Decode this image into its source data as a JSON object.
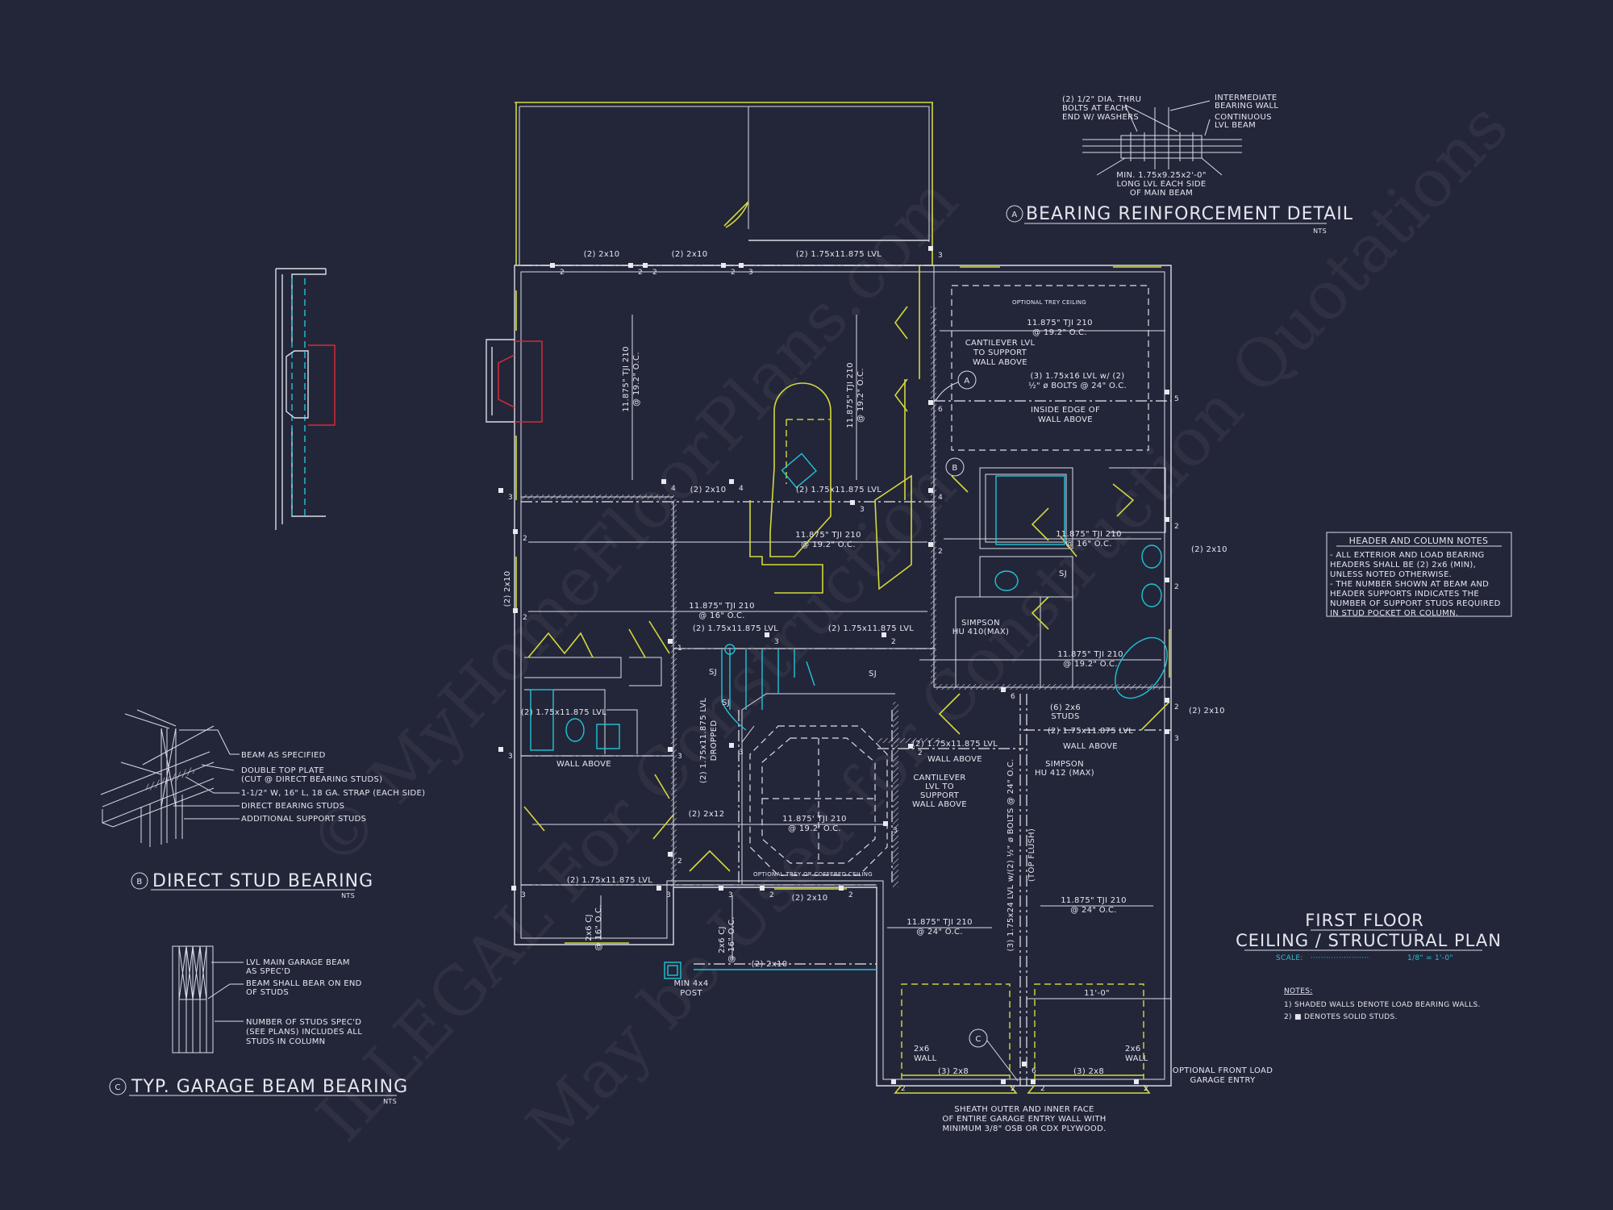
{
  "colors": {
    "background": "#232639",
    "linework": "#d9dce6",
    "windows_doors": "#d4d83a",
    "fixtures": "#22c3d6",
    "fireplace": "#d42a35"
  },
  "sheet": {
    "title_line1": "FIRST FLOOR",
    "title_line2": "CEILING / STRUCTURAL PLAN",
    "scale_label": "SCALE:",
    "scale_leader": "·······················",
    "scale_value": "1/8\" = 1'-0\"",
    "notes_heading": "NOTES:",
    "notes": [
      "1) SHADED WALLS DENOTE LOAD BEARING WALLS.",
      "2) ■ DENOTES SOLID STUDS."
    ]
  },
  "header_notes": {
    "title": "HEADER AND COLUMN NOTES",
    "lines": [
      "- ALL EXTERIOR AND LOAD BEARING",
      "HEADERS SHALL BE (2) 2x6 (MIN),",
      "UNLESS NOTED OTHERWISE.",
      "- THE NUMBER SHOWN AT BEAM AND",
      "HEADER SUPPORTS INDICATES THE",
      "NUMBER OF SUPPORT STUDS REQUIRED",
      "IN STUD POCKET OR COLUMN."
    ]
  },
  "detail_a": {
    "marker": "A",
    "title": "BEARING REINFORCEMENT DETAIL",
    "scale": "NTS",
    "callouts": [
      "(2) 1/2\" DIA. THRU",
      "BOLTS AT EACH",
      "END W/ WASHERS",
      "INTERMEDIATE",
      "BEARING WALL",
      "CONTINUOUS",
      "LVL BEAM",
      "MIN. 1.75x9.25x2'-0\"",
      "LONG LVL EACH SIDE",
      "OF MAIN BEAM"
    ]
  },
  "detail_b": {
    "marker": "B",
    "title": "DIRECT STUD BEARING",
    "scale": "NTS",
    "callouts": [
      "BEAM AS SPECIFIED",
      "DOUBLE TOP PLATE",
      "(CUT @ DIRECT BEARING STUDS)",
      "1-1/2\" W, 16\" L, 18 GA. STRAP (EACH SIDE)",
      "DIRECT BEARING STUDS",
      "ADDITIONAL SUPPORT STUDS"
    ]
  },
  "detail_c": {
    "marker": "C",
    "title": "TYP. GARAGE BEAM BEARING",
    "scale": "NTS",
    "callouts": [
      "LVL MAIN GARAGE BEAM",
      "AS SPEC'D",
      "BEAM SHALL BEAR ON END",
      "OF STUDS",
      "NUMBER OF STUDS SPEC'D",
      "(SEE PLANS) INCLUDES ALL",
      "STUDS IN COLUMN"
    ]
  },
  "plan": {
    "markers": [
      "A",
      "B",
      "C"
    ],
    "labels": [
      "(2) 2x10",
      "(2) 2x10",
      "(2) 1.75x11.875 LVL",
      "11.875\" TJI 210",
      "@ 19.2\" O.C.",
      "11.875\" TJI 210",
      "@ 19.2\" O.C.",
      "(2) 2x10",
      "(2) 1.75x11.875 LVL",
      "11.875\" TJI 210",
      "@ 19.2\" O.C.",
      "11.875\" TJI 210",
      "@ 16\" O.C.",
      "(2) 1.75x11.875 LVL",
      "(2) 1.75x11.875 LVL",
      "(2) 2x10",
      "(2) 1.75x11.875 LVL",
      "WALL ABOVE",
      "(2) 1.75x11.875 LVL",
      "DROPPED",
      "(2) 2x12",
      "11.875' TJI 210",
      "@ 19.2' O.C.",
      "OPTIONAL TREY OR COFFERED CEILING",
      "(2) 1.75x11.875 LVL",
      "(2) 2x10",
      "2x6 CJ",
      "@ 16\" O.C.",
      "2x6 CJ",
      "@ 16\" O.C.",
      "(2) 2x10",
      "MIN 4x4",
      "POST",
      "(2) 1.75x11.875 LVL",
      "WALL ABOVE",
      "CANTILEVER",
      "LVL TO",
      "SUPPORT",
      "WALL ABOVE",
      "(6) 2x6",
      "STUDS",
      "(2) 1.75x11.875 LVL",
      "WALL ABOVE",
      "SIMPSON",
      "HU 412 (MAX)",
      "(3) 1.75x24 LVL w/(2) ½\" ø BOLTS @ 24\" O.C.",
      "(TOP FLUSH)",
      "11.875\" TJI 210",
      "@ 24\" O.C.",
      "11.875\" TJI 210",
      "@ 24\" O.C.",
      "11'-0\"",
      "2x6",
      "WALL",
      "2x6",
      "WALL",
      "(3) 2x8",
      "(3) 2x8",
      "SHEATH OUTER AND INNER FACE",
      "OF ENTIRE GARAGE ENTRY WALL WITH",
      "MINIMUM 3/8\" OSB OR CDX PLYWOOD.",
      "OPTIONAL FRONT LOAD",
      "GARAGE ENTRY",
      "OPTIONAL TREY CEILING",
      "11.875\" TJI 210",
      "@ 19.2\" O.C.",
      "CANTILEVER LVL",
      "TO SUPPORT",
      "WALL ABOVE",
      "(3) 1.75x16 LVL w/ (2)",
      "½\" ø BOLTS @ 24\" O.C.",
      "INSIDE EDGE OF",
      "WALL ABOVE",
      "11.875\" TJI 210",
      "@ 16\" O.C.",
      "SJ",
      "SIMPSON",
      "HU 410(MAX)",
      "11.875\" TJI 210",
      "@ 19.2\" O.C.",
      "(2) 2x10",
      "(2) 2x10",
      "SJ",
      "SJ",
      "SJ"
    ],
    "stud_counts": [
      "2",
      "2",
      "2",
      "2",
      "3",
      "3",
      "3",
      "4",
      "4",
      "3",
      "4",
      "2",
      "2",
      "2",
      "1",
      "3",
      "2",
      "3",
      "3",
      "3",
      "3",
      "3",
      "2",
      "3",
      "3",
      "2",
      "2",
      "2",
      "5",
      "6",
      "2",
      "2",
      "6",
      "2",
      "3",
      "2",
      "6",
      "2",
      "2",
      "2"
    ]
  },
  "watermark": [
    "© MyHomeFloorPlans.com",
    "ILLEGAL For Construction",
    "May be Used for Construction Quotations"
  ]
}
